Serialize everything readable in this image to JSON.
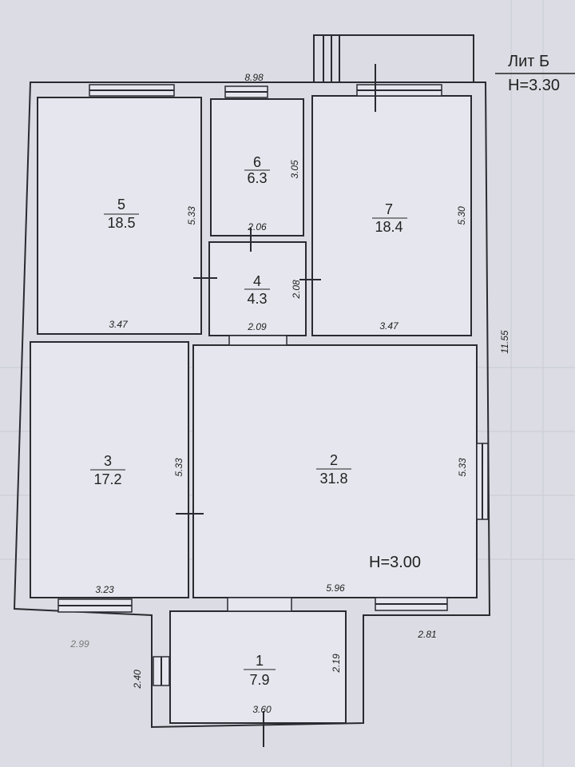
{
  "header": {
    "lit": "Лит Б",
    "height_top": "H=3.30"
  },
  "overall": {
    "top_width": "8.98",
    "total_length": "11.55",
    "height_main": "H=3.00"
  },
  "outside_dims": {
    "left_bottom": "2.99",
    "right_bottom": "2.81",
    "porch_side": "2.40"
  },
  "rooms": [
    {
      "number": "1",
      "area": "7.9",
      "dim_a": "2.19",
      "dim_b": "3.60"
    },
    {
      "number": "2",
      "area": "31.8",
      "dim_a": "5.33",
      "dim_b": "5.96"
    },
    {
      "number": "3",
      "area": "17.2",
      "dim_a": "5.33",
      "dim_b": "3.23"
    },
    {
      "number": "4",
      "area": "4.3",
      "dim_a": "2.08",
      "dim_b": "2.09"
    },
    {
      "number": "5",
      "area": "18.5",
      "dim_a": "5.33",
      "dim_b": "3.47"
    },
    {
      "number": "6",
      "area": "6.3",
      "dim_a": "3.05",
      "dim_b": "2.06"
    },
    {
      "number": "7",
      "area": "18.4",
      "dim_a": "5.30",
      "dim_b": "3.47"
    }
  ]
}
